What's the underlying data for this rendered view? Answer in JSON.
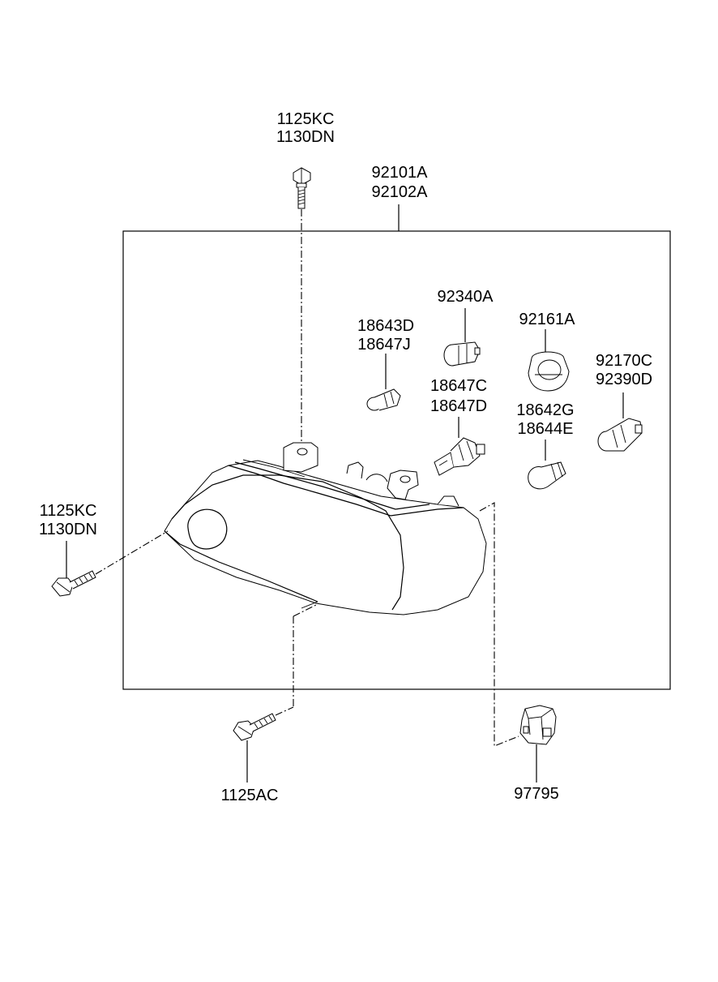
{
  "labels": {
    "top_bolt_1": "1125KC",
    "top_bolt_2": "1130DN",
    "assembly_1": "92101A",
    "assembly_2": "92102A",
    "bulb_92340": "92340A",
    "bulb_18643": "18643D",
    "bulb_18647j": "18647J",
    "socket_92161": "92161A",
    "bulb_92170": "92170C",
    "bulb_92390": "92390D",
    "bulb_18647c": "18647C",
    "bulb_18647d": "18647D",
    "bulb_18642": "18642G",
    "bulb_18644": "18644E",
    "left_bolt_1": "1125KC",
    "left_bolt_2": "1130DN",
    "bottom_bolt": "1125AC",
    "clip": "97795"
  }
}
